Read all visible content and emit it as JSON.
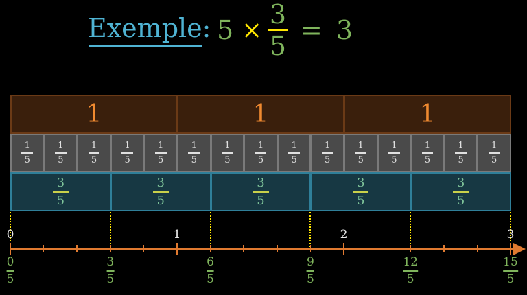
{
  "title": "Exemple:",
  "equation": {
    "factor": "5",
    "times": "×",
    "numerator": "3",
    "denominator": "5",
    "equals": "=",
    "result": "3"
  },
  "unit_bar": {
    "label": "1",
    "count": 3
  },
  "fifths_bar": {
    "numerator": "1",
    "denominator": "5",
    "count": 15
  },
  "three_fifths_bar": {
    "numerator": "3",
    "denominator": "5",
    "count": 5
  },
  "number_line": {
    "integer_labels": [
      "0",
      "1",
      "2",
      "3"
    ],
    "fraction_labels": [
      {
        "num": "0",
        "den": "5"
      },
      {
        "num": "3",
        "den": "5"
      },
      {
        "num": "6",
        "den": "5"
      },
      {
        "num": "9",
        "den": "5"
      },
      {
        "num": "12",
        "den": "5"
      },
      {
        "num": "15",
        "den": "5"
      }
    ]
  },
  "colors": {
    "title": "#4fb3d3",
    "green": "#7fb45c",
    "yellow": "#ffe600",
    "orange": "#e07a30",
    "teal": "#173843"
  }
}
